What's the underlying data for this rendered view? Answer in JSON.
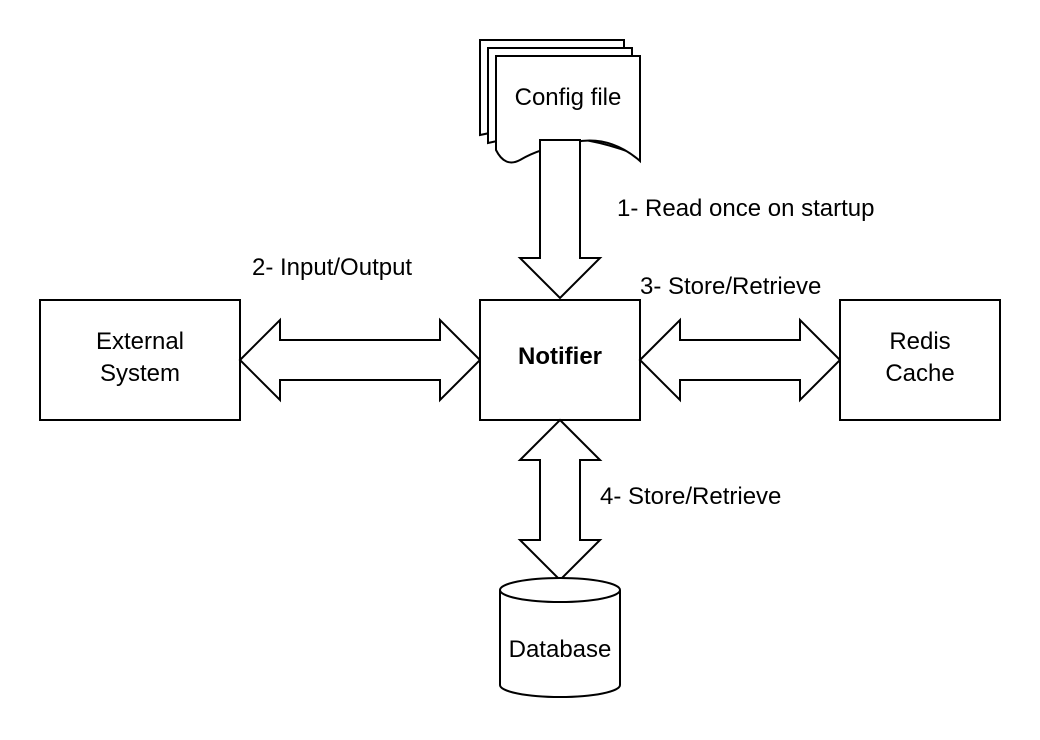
{
  "nodes": {
    "config_file": {
      "label": "Config file"
    },
    "notifier": {
      "label": "Notifier"
    },
    "external_system": {
      "line1": "External",
      "line2": "System"
    },
    "redis_cache": {
      "line1": "Redis",
      "line2": "Cache"
    },
    "database": {
      "label": "Database"
    }
  },
  "edges": {
    "config_to_notifier": {
      "label": "1- Read once on startup",
      "direction": "one-way"
    },
    "external_notifier": {
      "label": "2- Input/Output",
      "direction": "two-way"
    },
    "notifier_redis": {
      "label": "3- Store/Retrieve",
      "direction": "two-way"
    },
    "notifier_database": {
      "label": "4- Store/Retrieve",
      "direction": "two-way"
    }
  },
  "colors": {
    "stroke": "#000000",
    "fill": "#ffffff",
    "text": "#000000"
  }
}
